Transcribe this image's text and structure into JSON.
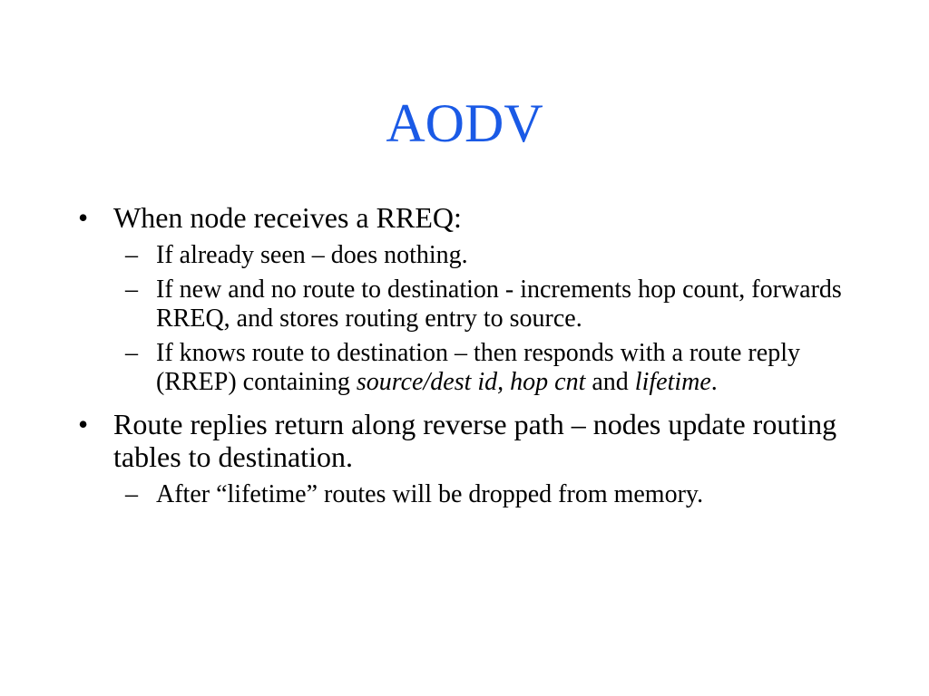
{
  "slide": {
    "title": "AODV",
    "bullets": [
      {
        "text": "When node receives a RREQ:",
        "subs": [
          {
            "text": "If already seen – does nothing."
          },
          {
            "text": "If new and no route to destination - increments hop count, forwards RREQ, and stores routing entry to source."
          },
          {
            "pre": "If knows route to destination – then responds with a route reply (RREP) containing ",
            "em1": "source/dest id, hop cnt",
            "mid": " and ",
            "em2": "lifetime",
            "post": "."
          }
        ]
      },
      {
        "text": "Route replies return along reverse path – nodes update routing tables to destination.",
        "subs": [
          {
            "text": "After “lifetime” routes will be dropped from memory."
          }
        ]
      }
    ],
    "bullet_marker": "•",
    "sub_marker": "–",
    "title_color": "#1a5ae6"
  }
}
